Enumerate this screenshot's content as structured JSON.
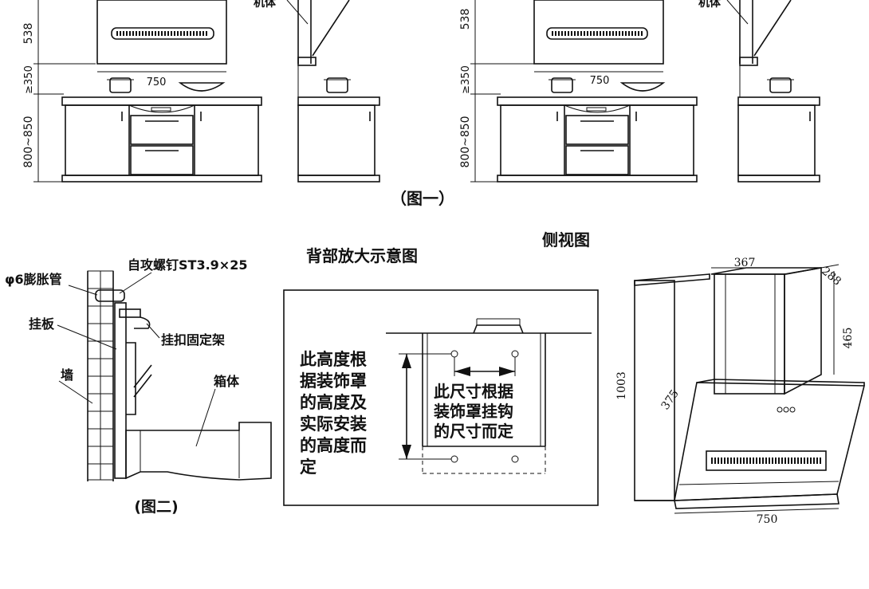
{
  "fig1": {
    "dim_top": "538",
    "dim_gap": "≥350",
    "dim_counter": "800~850",
    "dim_width": "750",
    "body_label": "机体",
    "caption": "（图一）"
  },
  "fig2": {
    "label_tube": "φ6膨胀管",
    "label_screw": "自攻螺钉ST3.9×25",
    "label_plate": "挂板",
    "label_bracket": "挂扣固定架",
    "label_wall": "墙",
    "label_box": "箱体",
    "caption": "(图二)"
  },
  "back_view": {
    "title": "背部放大示意图",
    "note_height": [
      "此高度根",
      "据装饰罩",
      "的高度及",
      "实际安装",
      "的高度而",
      "定"
    ],
    "note_size": [
      "此尺寸根据",
      "装饰罩挂钩",
      "的尺寸而定"
    ]
  },
  "side_view": {
    "title": "侧视图",
    "dim_367": "367",
    "dim_288": "288",
    "dim_465": "465",
    "dim_1003": "1003",
    "dim_375": "375",
    "dim_750": "750"
  }
}
